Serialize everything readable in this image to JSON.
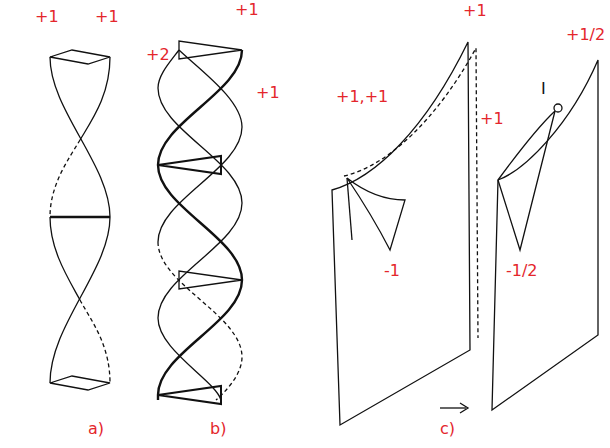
{
  "diagram": {
    "labels": [
      "+1",
      "+1",
      "+1",
      "+2",
      "+1",
      "+1",
      "+1/2",
      "+1,+1",
      "+1",
      "I",
      "-1",
      "-1/2",
      "a)",
      "b)",
      "c)"
    ]
  }
}
